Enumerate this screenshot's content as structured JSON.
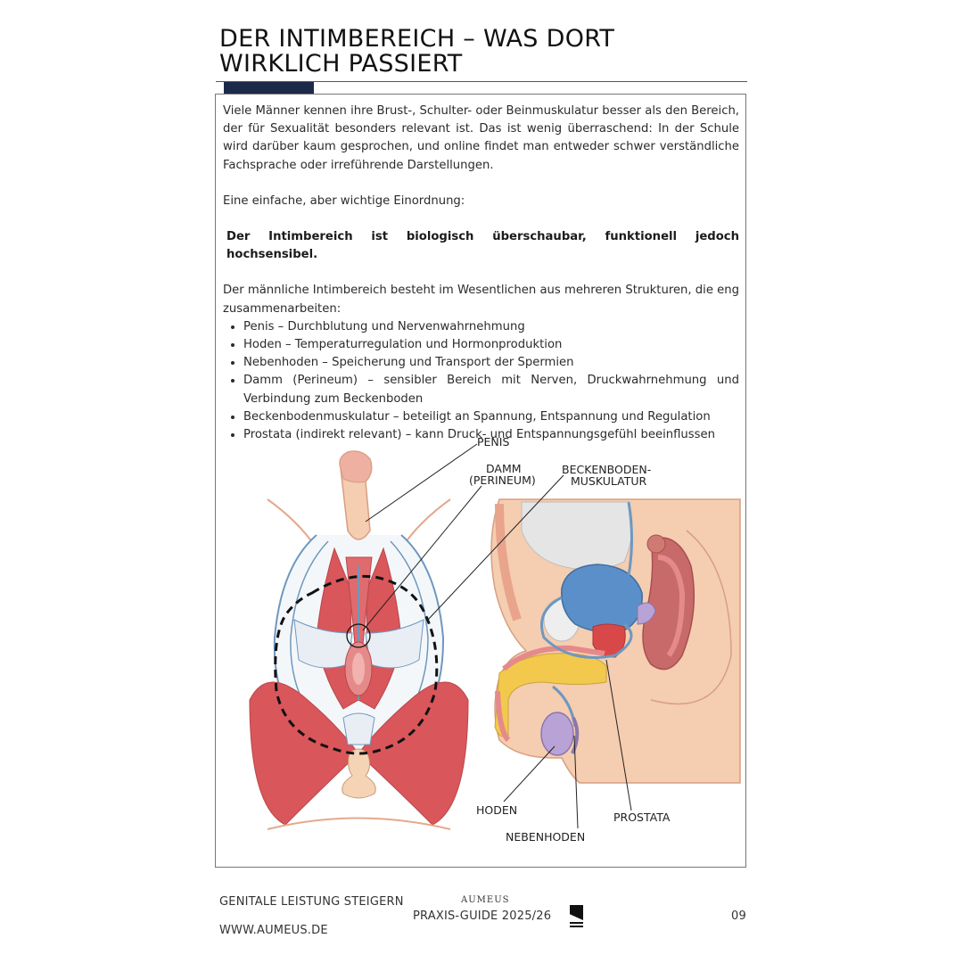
{
  "header": {
    "title_line1": "DER INTIMBEREICH – WAS DORT",
    "title_line2": "WIRKLICH PASSIERT",
    "accent_color": "#1c2a4a"
  },
  "content": {
    "intro": " Viele Männer kennen ihre Brust-, Schulter- oder Beinmuskulatur besser als den Bereich, der für Sexualität besonders relevant ist. Das ist wenig überraschend: In der Schule wird darüber kaum gesprochen, und online findet man entweder schwer verständliche Fachsprache oder irreführende Darstellungen.",
    "lead": "Eine einfache, aber wichtige Einordnung:",
    "key_statement": "Der Intimbereich ist biologisch überschaubar, funktionell jedoch hochsensibel.",
    "structures_intro": "Der männliche Intimbereich besteht im Wesentlichen aus mehreren Strukturen, die eng zusammenarbeiten:",
    "bullets": [
      "Penis – Durchblutung und Nervenwahrnehmung",
      "Hoden – Temperaturregulation und Hormonproduktion",
      "Nebenhoden – Speicherung und Transport der Spermien",
      "Damm (Perineum) – sensibler Bereich mit Nerven, Druckwahrnehmung und Verbindung zum Beckenboden",
      "Beckenbodenmuskulatur – beteiligt an Spannung, Entspannung und Regulation",
      "Prostata (indirekt relevant) – kann Druck- und Entspannungsgefühl beeinflussen"
    ]
  },
  "figure": {
    "labels": {
      "penis": "PENIS",
      "damm_1": "DAMM",
      "damm_2": "(PERINEUM)",
      "beckenboden_1": "BECKENBODEN-",
      "beckenboden_2": "MUSKULATUR",
      "hoden": "HODEN",
      "nebenhoden": "NEBENHODEN",
      "prostata": "PROSTATA"
    },
    "colors": {
      "muscle": "#d9565a",
      "skin": "#f5cdb0",
      "bladder": "#5b8fc9",
      "testis": "#b9a3d6",
      "urethra": "#f2c94c",
      "bone": "#e6e6e6",
      "nerve": "#6e98bf"
    }
  },
  "footer": {
    "left_title": "GENITALE LEISTUNG STEIGERN",
    "brand": "AUMEUS",
    "guide": "PRAXIS-GUIDE 2025/26",
    "website": "WWW.AUMEUS.DE",
    "page_number": "09"
  }
}
